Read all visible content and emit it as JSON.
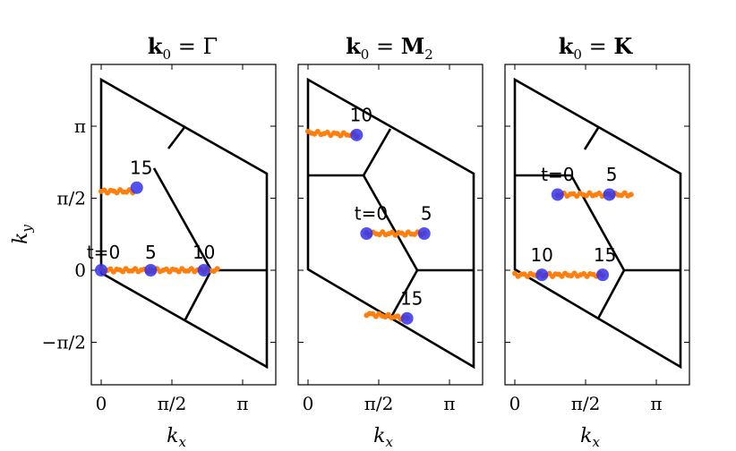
{
  "chart_data": {
    "type": "scatter",
    "x_ticks": [
      "0",
      "π/2",
      "π"
    ],
    "y_ticks": [
      "π",
      "π/2",
      "0",
      "−π/2"
    ],
    "xlabel_main": "k",
    "xlabel_sub": "x",
    "ylabel_main": "k",
    "ylabel_sub": "y",
    "colors": {
      "trajectory": "#ff7f0e",
      "marker": "#3333ee",
      "lines": "#000000"
    },
    "panels": [
      {
        "title_main": "k",
        "title_sub": "0",
        "title_rest": " = Γ",
        "traj": [
          [
            [
              0.0,
              1.72
            ],
            [
              0.7,
              1.72
            ]
          ],
          [
            [
              0.0,
              0.0
            ],
            [
              1.1,
              0.0
            ]
          ],
          [
            [
              1.1,
              0.0
            ],
            [
              2.28,
              0.0
            ]
          ],
          [
            [
              2.28,
              0.0
            ],
            [
              2.58,
              0.0
            ]
          ]
        ],
        "markers": [
          {
            "x": 0.0,
            "y": 0.0,
            "label": "t=0",
            "dx": 0.05,
            "dy": 0.25
          },
          {
            "x": 1.1,
            "y": 0.0,
            "label": "5",
            "dx": 0.0,
            "dy": 0.25
          },
          {
            "x": 2.28,
            "y": 0.0,
            "label": "10",
            "dx": 0.0,
            "dy": 0.25
          },
          {
            "x": 0.79,
            "y": 1.8,
            "label": "15",
            "dx": 0.1,
            "dy": 0.3
          }
        ]
      },
      {
        "title_main": "M",
        "title_sub": "2",
        "title_rest": "",
        "traj": [
          [
            [
              0.0,
              3.0
            ],
            [
              1.08,
              2.95
            ]
          ],
          [
            [
              1.3,
              0.8
            ],
            [
              2.58,
              0.8
            ]
          ],
          [
            [
              1.3,
              -0.95
            ],
            [
              2.2,
              -1.05
            ]
          ]
        ],
        "markers": [
          {
            "x": 1.08,
            "y": 2.95,
            "label": "10",
            "dx": 0.1,
            "dy": 0.3
          },
          {
            "x": 1.3,
            "y": 0.8,
            "label": "t=0",
            "dx": 0.1,
            "dy": 0.3
          },
          {
            "x": 2.58,
            "y": 0.8,
            "label": "5",
            "dx": 0.05,
            "dy": 0.3
          },
          {
            "x": 2.2,
            "y": -1.05,
            "label": "15",
            "dx": 0.1,
            "dy": 0.3
          }
        ]
      },
      {
        "title_main": "K",
        "title_sub": "0",
        "title_rest": "",
        "traj": [
          [
            [
              0.0,
              -0.1
            ],
            [
              1.95,
              -0.1
            ]
          ],
          [
            [
              0.95,
              1.65
            ],
            [
              2.58,
              1.65
            ]
          ]
        ],
        "markers": [
          {
            "x": 0.6,
            "y": -0.1,
            "label": "10",
            "dx": 0.0,
            "dy": 0.3
          },
          {
            "x": 1.95,
            "y": -0.1,
            "label": "15",
            "dx": 0.05,
            "dy": 0.3
          },
          {
            "x": 0.95,
            "y": 1.65,
            "label": "t=0",
            "dx": 0.0,
            "dy": 0.3
          },
          {
            "x": 2.1,
            "y": 1.65,
            "label": "5",
            "dx": 0.05,
            "dy": 0.3
          }
        ]
      }
    ]
  }
}
